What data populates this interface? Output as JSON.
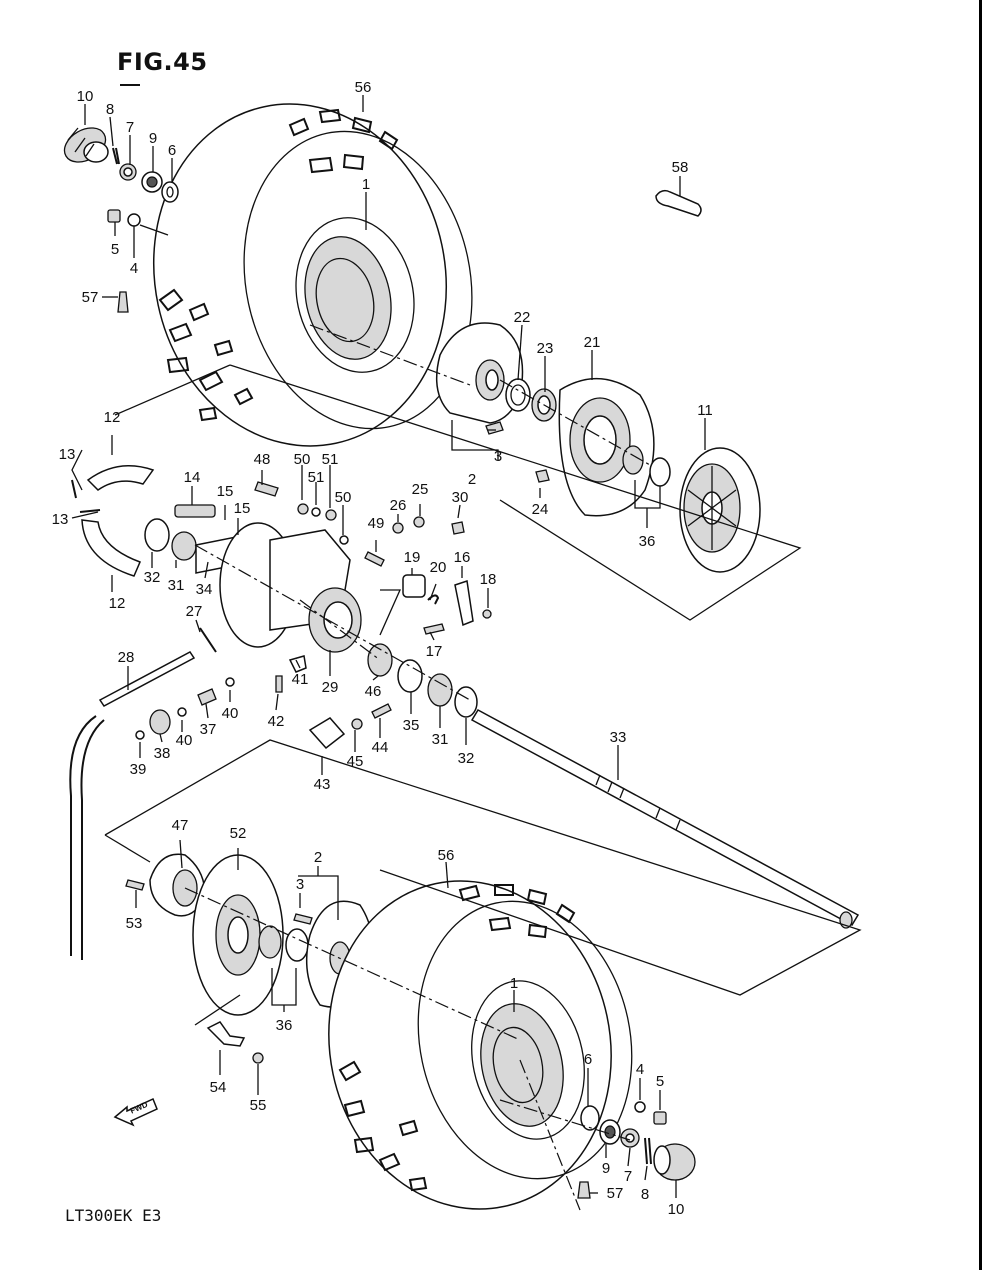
{
  "figure": {
    "title": "FIG.45",
    "model_code": "LT300EK E3"
  },
  "fwd_arrow": {
    "label": "FWD"
  },
  "callouts": [
    {
      "id": "c10a",
      "text": "10"
    },
    {
      "id": "c8a",
      "text": "8"
    },
    {
      "id": "c7a",
      "text": "7"
    },
    {
      "id": "c9a",
      "text": "9"
    },
    {
      "id": "c6a",
      "text": "6"
    },
    {
      "id": "c5a",
      "text": "5"
    },
    {
      "id": "c4a",
      "text": "4"
    },
    {
      "id": "c57a",
      "text": "57"
    },
    {
      "id": "c56a",
      "text": "56"
    },
    {
      "id": "c1a",
      "text": "1"
    },
    {
      "id": "c58",
      "text": "58"
    },
    {
      "id": "c22",
      "text": "22"
    },
    {
      "id": "c23",
      "text": "23"
    },
    {
      "id": "c21",
      "text": "21"
    },
    {
      "id": "c11",
      "text": "11"
    },
    {
      "id": "c3a",
      "text": "3"
    },
    {
      "id": "c2a",
      "text": "2"
    },
    {
      "id": "c24",
      "text": "24"
    },
    {
      "id": "c36a",
      "text": "36"
    },
    {
      "id": "c12a",
      "text": "12"
    },
    {
      "id": "c13a",
      "text": "13"
    },
    {
      "id": "c13b",
      "text": "13"
    },
    {
      "id": "c12b",
      "text": "12"
    },
    {
      "id": "c14",
      "text": "14"
    },
    {
      "id": "c15a",
      "text": "15"
    },
    {
      "id": "c15b",
      "text": "15"
    },
    {
      "id": "c48",
      "text": "48"
    },
    {
      "id": "c50a",
      "text": "50"
    },
    {
      "id": "c51a",
      "text": "51"
    },
    {
      "id": "c51b",
      "text": "51"
    },
    {
      "id": "c50b",
      "text": "50"
    },
    {
      "id": "c26",
      "text": "26"
    },
    {
      "id": "c25",
      "text": "25"
    },
    {
      "id": "c30",
      "text": "30"
    },
    {
      "id": "c49",
      "text": "49"
    },
    {
      "id": "c19",
      "text": "19"
    },
    {
      "id": "c20",
      "text": "20"
    },
    {
      "id": "c16",
      "text": "16"
    },
    {
      "id": "c18",
      "text": "18"
    },
    {
      "id": "c17",
      "text": "17"
    },
    {
      "id": "c32a",
      "text": "32"
    },
    {
      "id": "c31a",
      "text": "31"
    },
    {
      "id": "c34",
      "text": "34"
    },
    {
      "id": "c27",
      "text": "27"
    },
    {
      "id": "c28",
      "text": "28"
    },
    {
      "id": "c41",
      "text": "41"
    },
    {
      "id": "c29",
      "text": "29"
    },
    {
      "id": "c46",
      "text": "46"
    },
    {
      "id": "c40a",
      "text": "40"
    },
    {
      "id": "c37",
      "text": "37"
    },
    {
      "id": "c40b",
      "text": "40"
    },
    {
      "id": "c38",
      "text": "38"
    },
    {
      "id": "c39",
      "text": "39"
    },
    {
      "id": "c42",
      "text": "42"
    },
    {
      "id": "c35",
      "text": "35"
    },
    {
      "id": "c31b",
      "text": "31"
    },
    {
      "id": "c32b",
      "text": "32"
    },
    {
      "id": "c44",
      "text": "44"
    },
    {
      "id": "c45",
      "text": "45"
    },
    {
      "id": "c43",
      "text": "43"
    },
    {
      "id": "c33",
      "text": "33"
    },
    {
      "id": "c47",
      "text": "47"
    },
    {
      "id": "c52",
      "text": "52"
    },
    {
      "id": "c2b",
      "text": "2"
    },
    {
      "id": "c3b",
      "text": "3"
    },
    {
      "id": "c53",
      "text": "53"
    },
    {
      "id": "c36b",
      "text": "36"
    },
    {
      "id": "c56b",
      "text": "56"
    },
    {
      "id": "c1b",
      "text": "1"
    },
    {
      "id": "c54",
      "text": "54"
    },
    {
      "id": "c55",
      "text": "55"
    },
    {
      "id": "c6b",
      "text": "6"
    },
    {
      "id": "c4b",
      "text": "4"
    },
    {
      "id": "c5b",
      "text": "5"
    },
    {
      "id": "c9b",
      "text": "9"
    },
    {
      "id": "c7b",
      "text": "7"
    },
    {
      "id": "c8b",
      "text": "8"
    },
    {
      "id": "c10b",
      "text": "10"
    },
    {
      "id": "c57b",
      "text": "57"
    }
  ]
}
